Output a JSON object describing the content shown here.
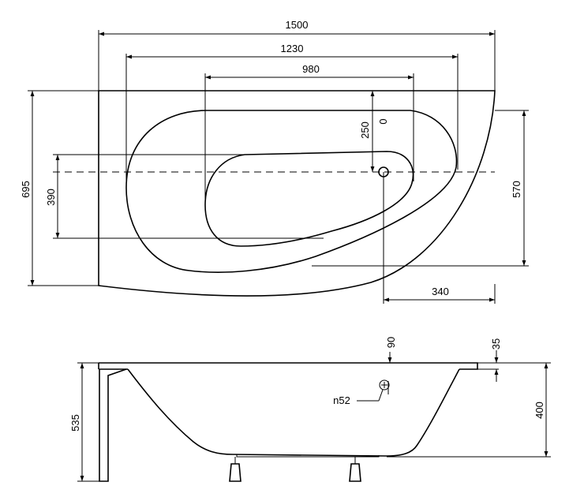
{
  "top_view": {
    "dim_width_overall": "1500",
    "dim_width_inner": "1230",
    "dim_width_bottom": "980",
    "dim_height_overall": "695",
    "dim_height_bottom": "390",
    "dim_drain_offset": "250",
    "dim_drain_zero": "0",
    "dim_height_right": "570",
    "dim_drain_to_edge": "340"
  },
  "side_view": {
    "dim_total_height": "535",
    "dim_tub_depth": "400",
    "dim_rim_offset": "90",
    "dim_rim_thickness": "35",
    "overflow_label": "n52"
  }
}
